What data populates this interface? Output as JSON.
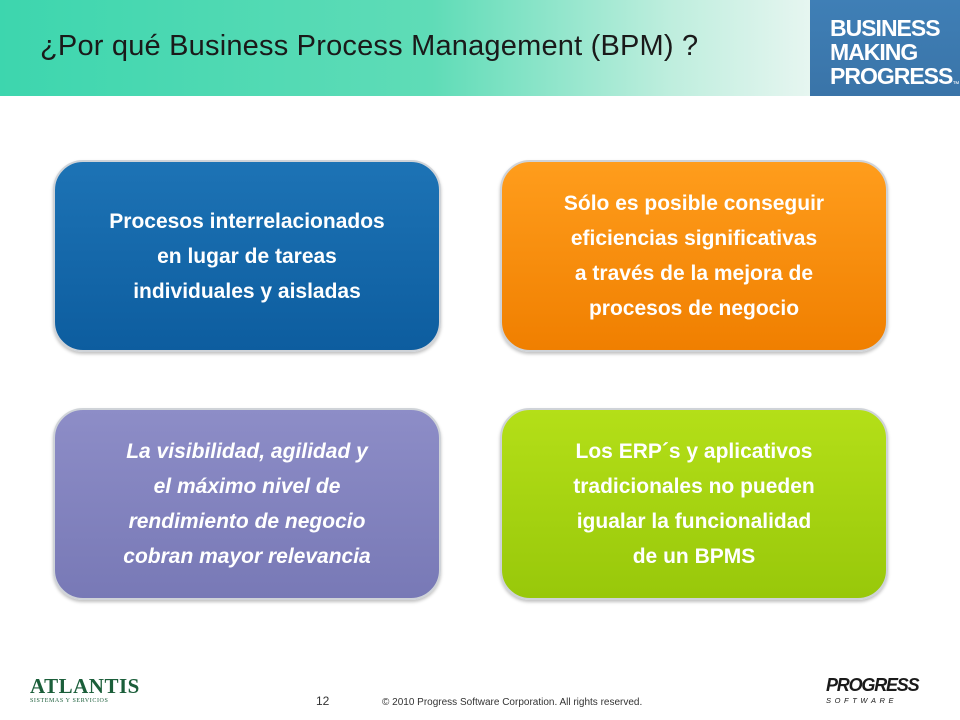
{
  "slide": {
    "title": "¿Por qué Business Process Management (BPM) ?",
    "page_number": "12",
    "copyright": "© 2010 Progress Software Corporation. All rights reserved."
  },
  "brand": {
    "line1": "BUSINESS",
    "line2": "MAKING",
    "line3": "PROGRESS",
    "tm": "™"
  },
  "cards": [
    {
      "text": "Procesos interrelacionados\nen lugar de tareas\nindividuales y aisladas",
      "color": "#1a6eb0"
    },
    {
      "text": "Sólo es posible conseguir\neficiencias significativas\na través de la mejora de\nprocesos de negocio",
      "color": "#f98c0a"
    },
    {
      "text": "La visibilidad, agilidad y\nel máximo nivel de\nrendimiento de negocio\ncobran mayor relevancia",
      "color": "#8283bd"
    },
    {
      "text": "Los ERP´s y aplicativos\ntradicionales no pueden\nigualar la funcionalidad\nde un BPMS",
      "color": "#a6d40f"
    }
  ],
  "footer": {
    "left_logo_name": "ATLANTIS",
    "left_logo_sub": "SISTEMAS Y SERVICIOS",
    "right_logo_name": "PROGRESS",
    "right_logo_sub": "SOFTWARE"
  }
}
